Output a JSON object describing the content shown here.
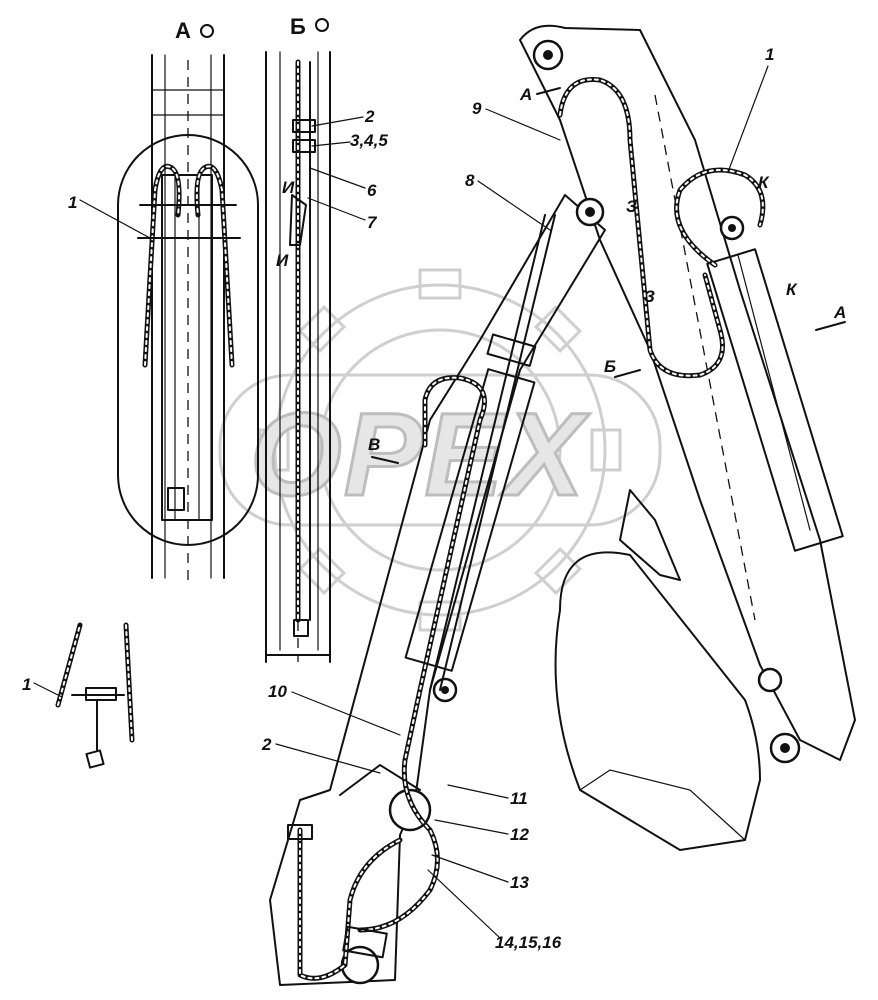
{
  "watermark": {
    "text": "OPEX"
  },
  "view_labels": {
    "view_a": "А",
    "view_b": "Б",
    "arrow_a_top": "А",
    "arrow_a_side": "А",
    "arrow_b": "Б",
    "arrow_v": "В",
    "section_k_upper": "К",
    "section_k_lower": "К",
    "section_i_upper": "И",
    "section_i_lower": "И",
    "section_z_upper": "З",
    "section_z_lower": "З"
  },
  "callouts": {
    "c1_view_a": "1",
    "c1_detail": "1",
    "c1_main": "1",
    "c2_view_b": "2",
    "c345": "3,4,5",
    "c6": "6",
    "c7": "7",
    "c8": "8",
    "c9": "9",
    "c10": "10",
    "c2_main": "2",
    "c11": "11",
    "c12": "12",
    "c13": "13",
    "c141516": "14,15,16"
  }
}
